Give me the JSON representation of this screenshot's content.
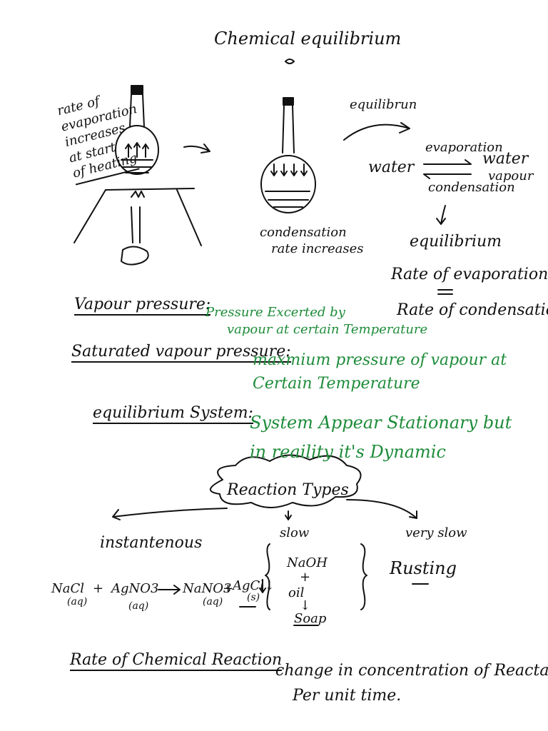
{
  "title": "Chemical equilibrium",
  "heating_note": [
    "rate of",
    "evaporation",
    "increases",
    "at start",
    "of heating"
  ],
  "condensation_note": [
    "condensation",
    "rate increases"
  ],
  "equilibrium_arrow_label": "equilibrun",
  "reaction": {
    "left": "water",
    "right": [
      "water",
      "vapour"
    ],
    "forward": "evaporation",
    "backward": "condensation"
  },
  "equilibrium_label": "equilibrium",
  "rate_equality": {
    "top": "Rate of evaporation",
    "bottom": "Rate of condensation"
  },
  "definitions": [
    {
      "term": "Vapour pressure:",
      "text": [
        "Pressure Excerted by",
        "vapour at certain Temperature"
      ]
    },
    {
      "term": "Saturated vapour pressure:",
      "text": [
        "maxmium pressure of vapour at",
        "Certain Temperature"
      ]
    },
    {
      "term": "equilibrium System:",
      "text": [
        "System Appear Stationary but",
        "in reaility it's Dynamic"
      ]
    }
  ],
  "reaction_types": {
    "heading": "Reaction Types",
    "branches": [
      "instantenous",
      "slow",
      "very slow"
    ],
    "instant_equation": {
      "terms": [
        "NaCl",
        "+",
        "AgNO3",
        "→",
        "NaNO3",
        "+",
        "AgCl↓"
      ],
      "states": [
        "(aq)",
        "(aq)",
        "(aq)",
        "(s)"
      ]
    },
    "slow_example": [
      "NaOH",
      "+",
      "oil",
      "↓",
      "Soap"
    ],
    "very_slow_example": "Rusting"
  },
  "rate_definition": {
    "term": "Rate of Chemical Reaction",
    "text": [
      "change in concentration of Reactants",
      "Per unit time."
    ]
  },
  "colors": {
    "ink": "#111111",
    "green": "#1e8c3a"
  }
}
